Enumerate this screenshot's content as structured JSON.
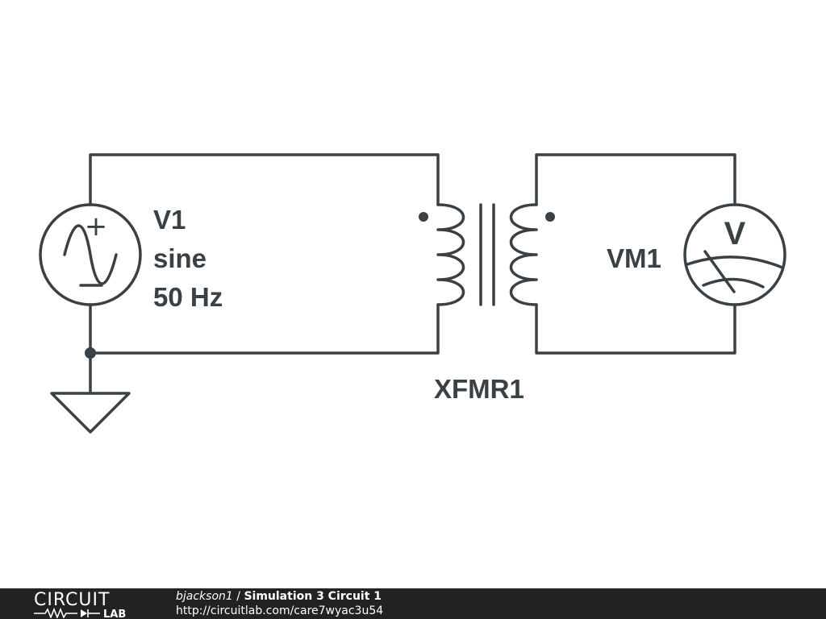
{
  "schematic": {
    "source": {
      "name": "V1",
      "type": "sine",
      "frequency": "50 Hz",
      "plus_sign": "+",
      "minus_sign": "—"
    },
    "transformer": {
      "name": "XFMR1"
    },
    "voltmeter": {
      "name": "VM1",
      "symbol": "V"
    },
    "ground": {
      "icon": "ground-icon"
    }
  },
  "footer": {
    "logo_top": "CIRCUIT",
    "logo_bottom": "LAB",
    "author": "bjackson1",
    "separator": " / ",
    "title": "Simulation 3 Circuit 1",
    "url": "http://circuitlab.com/care7wyac3u54"
  },
  "colors": {
    "stroke": "#3a4146",
    "footer_bg": "#222222",
    "background": "#ffffff"
  }
}
